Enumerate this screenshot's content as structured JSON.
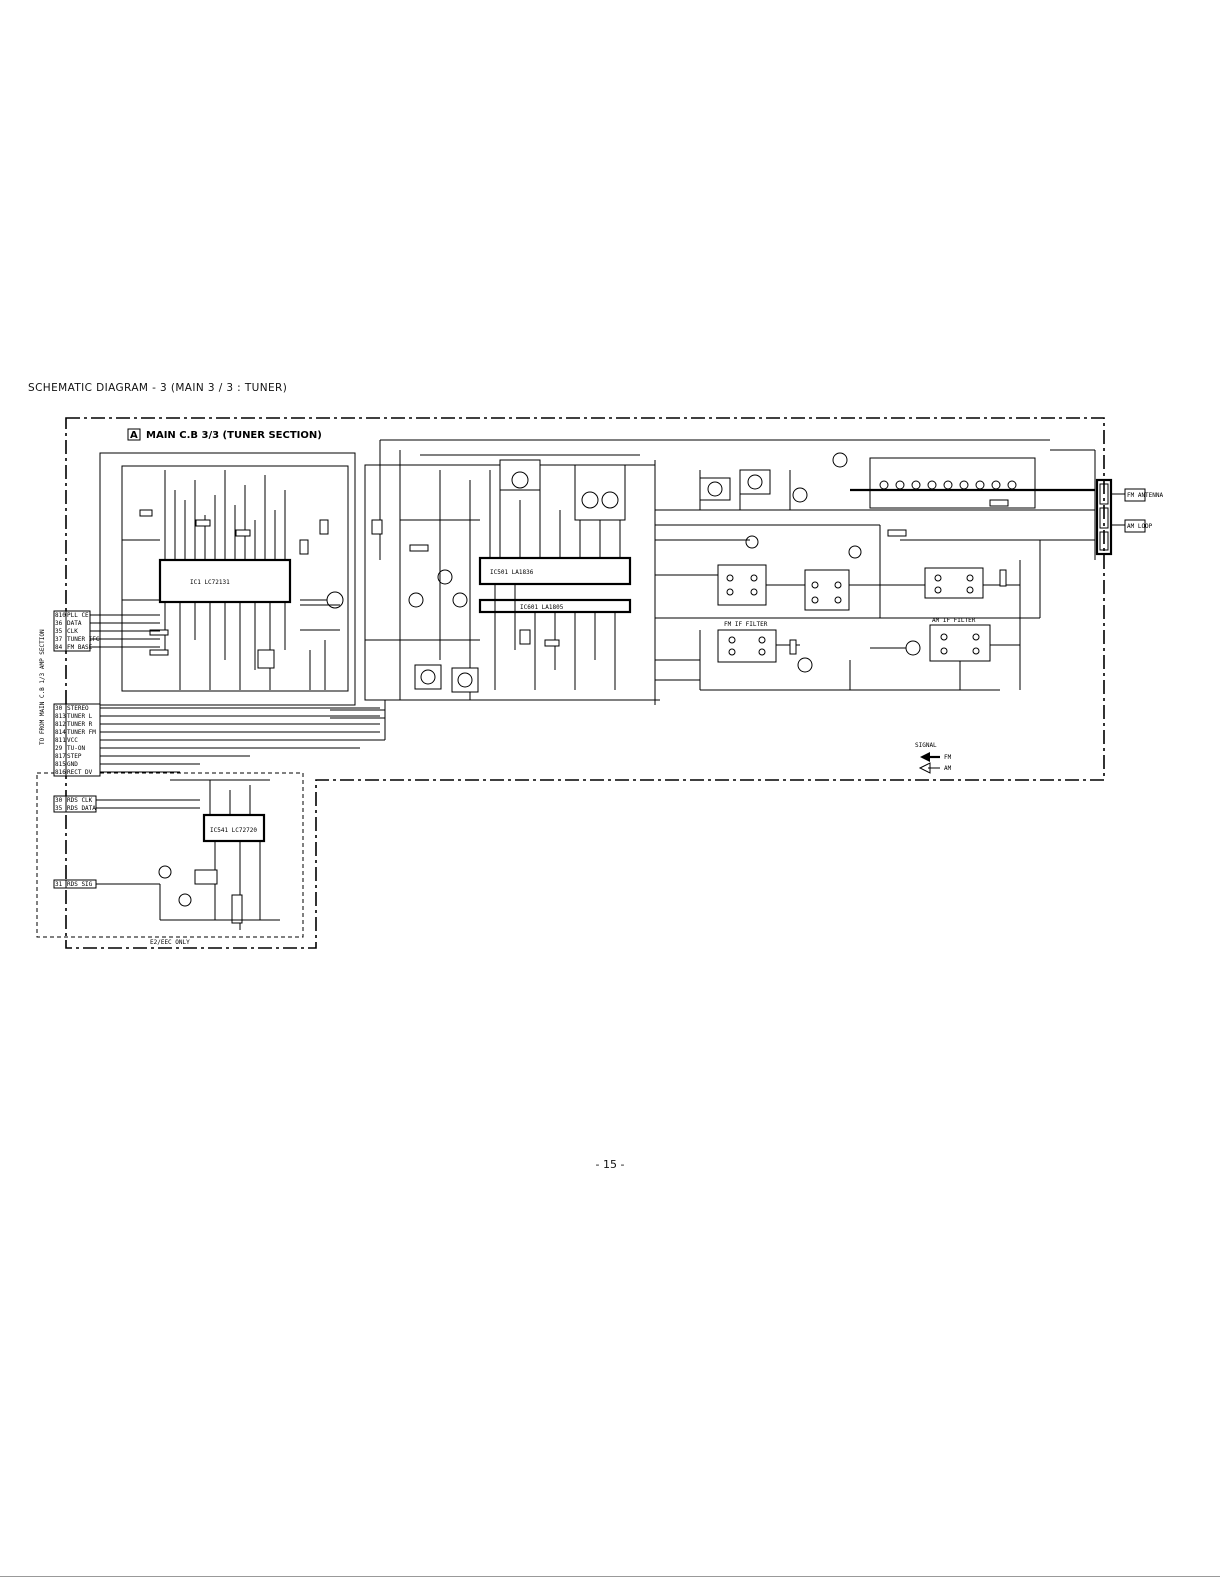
{
  "header": {
    "title": "SCHEMATIC DIAGRAM - 3 (MAIN 3 / 3 : TUNER)"
  },
  "board": {
    "label_letter": "A",
    "label_text": "MAIN C.B 3/3 (TUNER SECTION)"
  },
  "connectors": {
    "left_top": [
      {
        "pin": "810",
        "name": "PLL CE"
      },
      {
        "pin": "36",
        "name": "DATA"
      },
      {
        "pin": "35",
        "name": "CLK"
      },
      {
        "pin": "37",
        "name": "TUNER IFC"
      },
      {
        "pin": "84",
        "name": "FM BASE"
      }
    ],
    "left_mid": [
      {
        "pin": "30",
        "name": "STEREO"
      },
      {
        "pin": "813",
        "name": "TUNER L"
      },
      {
        "pin": "812",
        "name": "TUNER R"
      },
      {
        "pin": "814",
        "name": "TUNER FM"
      },
      {
        "pin": "811",
        "name": "VCC"
      },
      {
        "pin": "29",
        "name": "TU-ON"
      },
      {
        "pin": "817",
        "name": "STEP"
      },
      {
        "pin": "815",
        "name": "GND"
      },
      {
        "pin": "816",
        "name": "RECT DV"
      }
    ],
    "left_bottom": [
      {
        "pin": "30",
        "name": "RDS CLK"
      },
      {
        "pin": "35",
        "name": "RDS DATA"
      },
      {
        "pin": "31",
        "name": "RDS SIG"
      }
    ],
    "side_label": "TO FROM MAIN C.B 1/3 AMP SECTION",
    "antenna_fm": "FM ANTENNA",
    "antenna_am": "AM LOOP",
    "rds_label": "E2/EEC ONLY"
  },
  "components": {
    "ic1": "IC1 LC72131",
    "ic2": "IC501 LA1836",
    "ic3": "IC601 LA1805",
    "rds_ic": "IC541 LC72720",
    "fm_filter": "FM IF FILTER",
    "am_filter": "AM IF FILTER",
    "signal_legend_fm": "FM",
    "signal_legend_am": "AM",
    "signal_legend_title": "SIGNAL"
  },
  "page": {
    "number": "- 15 -"
  }
}
